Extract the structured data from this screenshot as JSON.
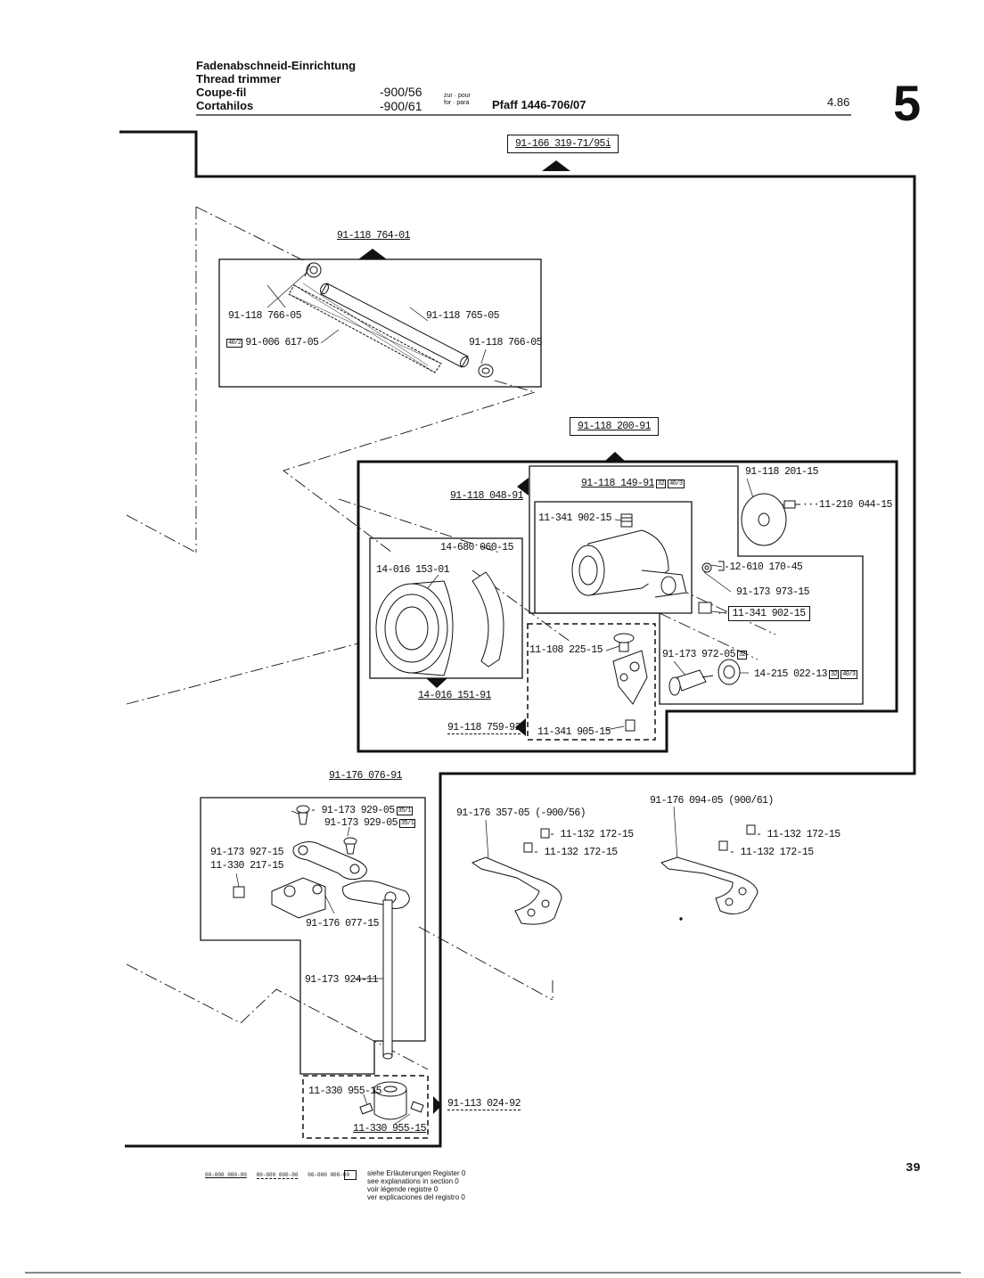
{
  "header": {
    "title_de": "Fadenabschneid-Einrichtung",
    "title_en": "Thread trimmer",
    "title_fr": "Coupe-fil",
    "title_es": "Cortahilos",
    "variant_1": "-900/56",
    "variant_2": "-900/61",
    "for_line1": "zur · pour",
    "for_line2": "for · para",
    "machine": "Pfaff 1446-706/07",
    "date": "4.86",
    "section": "5"
  },
  "assembly_main": "91-166 319-71/95i",
  "group_tube": {
    "assembly": "91-118 764-01",
    "parts": [
      {
        "label": "91-118 766-05"
      },
      {
        "ref": "40/2",
        "label": "91-006 617-05"
      },
      {
        "label": "91-118 765-05"
      },
      {
        "label": "91-118 766-05"
      }
    ]
  },
  "group_bearing": {
    "assembly": "91-118 200-91",
    "subassembly_a": "91-118 048-91",
    "subassembly_b": "91-118 149-91",
    "subassembly_b_refs": [
      "32",
      "40/3"
    ],
    "bearing_assembly": "14-016 151-91",
    "clamp_assembly": "91-118 759-92",
    "parts": [
      {
        "label": "91-118 201-15"
      },
      {
        "label": "11-210 044-15"
      },
      {
        "label": "11-341 902-15"
      },
      {
        "label": "14-680 060-15"
      },
      {
        "label": "14-016 153-01"
      },
      {
        "label": "12-610 170-45"
      },
      {
        "label": "91-173 973-15"
      },
      {
        "label": "11-341 902-15"
      },
      {
        "label": "11-108 225-15"
      },
      {
        "label": "91-173 972-05",
        "refs": [
          "32"
        ]
      },
      {
        "label": "14-215 022-13",
        "refs": [
          "32",
          "40/3"
        ]
      },
      {
        "label": "11-341 905-15"
      }
    ]
  },
  "group_lever": {
    "assembly": "91-176 076-91",
    "collar_assembly": "91-113 024-92",
    "parts": [
      {
        "label": "91-173 929-05",
        "ref": "35/1"
      },
      {
        "label": "91-173 929-05",
        "ref": "35/1"
      },
      {
        "label": "91-173 927-15"
      },
      {
        "label": "11-330 217-15"
      },
      {
        "label": "91-176 077-15"
      },
      {
        "label": "91-173 924-11"
      },
      {
        "label": "11-330 955-15"
      },
      {
        "label": "11-330 955-15"
      }
    ]
  },
  "group_blade_56": {
    "label": "91-176 357-05 (-900/56)",
    "screw_1": "11-132 172-15",
    "screw_2": "11-132 172-15"
  },
  "group_blade_61": {
    "label": "91-176 094-05 (900/61)",
    "screw_1": "11-132 172-15",
    "screw_2": "11-132 172-15"
  },
  "footer": {
    "codes": [
      "00-000 000-00",
      "00-000 000-00",
      "00-000 000-00"
    ],
    "legend": [
      "siehe Erläuterungen Register 0",
      "see explanations in section 0",
      "voir légende registre 0",
      "ver explicaciones del registro 0"
    ],
    "page": "39"
  }
}
